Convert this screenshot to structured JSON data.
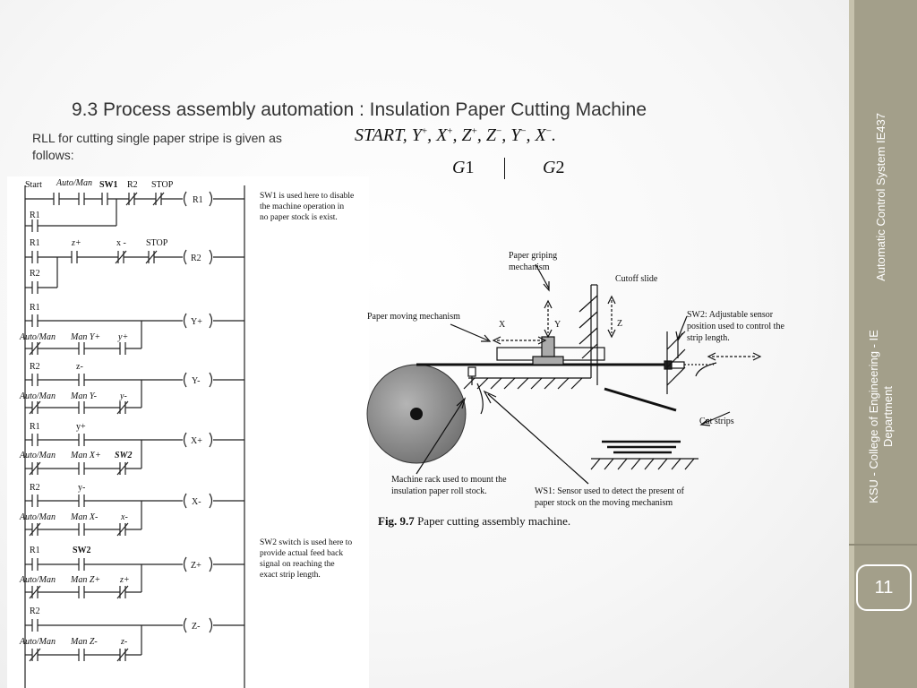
{
  "slide": {
    "title": "9.3   Process assembly automation : Insulation Paper Cutting Machine",
    "intro": "RLL for cutting single paper stripe is given as follows:",
    "sequence": {
      "start": "START",
      "items": [
        {
          "var": "Y",
          "sign": "+"
        },
        {
          "var": "X",
          "sign": "+"
        },
        {
          "var": "Z",
          "sign": "+"
        },
        {
          "var": "Z",
          "sign": "−"
        },
        {
          "var": "Y",
          "sign": "−"
        },
        {
          "var": "X",
          "sign": "−"
        }
      ],
      "end": "."
    },
    "group1": {
      "letter": "G",
      "num": "1"
    },
    "group2": {
      "letter": "G",
      "num": "2"
    }
  },
  "sidebar": {
    "course": "Automatic Control System IE437",
    "dept_line1": "KSU - College of Engineering - IE",
    "dept_line2": "Department",
    "page_number": "11"
  },
  "ladder": {
    "rungs": [
      {
        "labels": [
          "Start",
          "Auto/Man",
          "SW1",
          "R2",
          "STOP"
        ],
        "coil": "R1"
      },
      {
        "labels": [
          "R1"
        ],
        "coil": ""
      },
      {
        "labels": [
          "R1",
          "z+",
          "x -",
          "STOP"
        ],
        "coil": "R2"
      },
      {
        "labels": [
          "R2"
        ],
        "coil": ""
      },
      {
        "labels": [
          "R1"
        ],
        "coil": "Y+"
      },
      {
        "labels": [
          "Auto/Man",
          "Man Y+",
          "y+"
        ],
        "coil": ""
      },
      {
        "labels": [
          "R2",
          "z-"
        ],
        "coil": "Y-"
      },
      {
        "labels": [
          "Auto/Man",
          "Man Y-",
          "y-"
        ],
        "coil": ""
      },
      {
        "labels": [
          "R1",
          "y+"
        ],
        "coil": "X+"
      },
      {
        "labels": [
          "Auto/Man",
          "Man X+",
          "SW2"
        ],
        "coil": ""
      },
      {
        "labels": [
          "R2",
          "y-"
        ],
        "coil": "X-"
      },
      {
        "labels": [
          "Auto/Man",
          "Man X-",
          "x-"
        ],
        "coil": ""
      },
      {
        "labels": [
          "R1",
          "SW2"
        ],
        "coil": "Z+"
      },
      {
        "labels": [
          "Auto/Man",
          "Man Z+",
          "z+"
        ],
        "coil": ""
      },
      {
        "labels": [
          "R2"
        ],
        "coil": "Z-"
      },
      {
        "labels": [
          "Auto/Man",
          "Man Z-",
          "z-"
        ],
        "coil": ""
      }
    ],
    "notes": {
      "sw1": [
        "SW1 is used here to disable",
        "the machine operation in",
        "no paper stock is exist."
      ],
      "sw2": [
        "SW2 switch is used here to",
        "provide actual feed back",
        "signal on reaching the",
        "exact strip length."
      ]
    }
  },
  "machine": {
    "paper_griping": [
      "Paper griping",
      "mechanism"
    ],
    "cutoff_slide": "Cutoff slide",
    "paper_moving": "Paper moving mechanism",
    "axis_x": "X",
    "axis_y": "Y",
    "axis_z": "Z",
    "sw2_note": [
      "SW2: Adjustable sensor",
      "position used to control the",
      "strip length."
    ],
    "cut_strips": "Cut strips",
    "rack_note": [
      "Machine rack used to mount the",
      "insulation paper roll stock."
    ],
    "ws1_note": [
      "WS1: Sensor used to detect the present of",
      "paper stock on the moving mechanism"
    ],
    "caption_bold": "Fig. 9.7",
    "caption_text": " Paper cutting assembly machine."
  }
}
